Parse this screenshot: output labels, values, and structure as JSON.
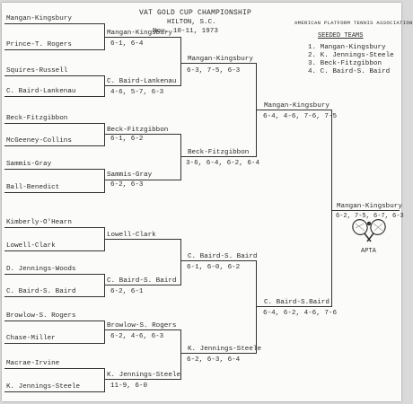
{
  "header": {
    "title": "VAT GOLD CUP CHAMPIONSHIP",
    "location": "HILTON, S.C.",
    "dates": "Nov. 10-11, 1973",
    "association": "AMERICAN PLATFORM TENNIS ASSOCIATION"
  },
  "seeds": {
    "heading": "SEEDED TEAMS",
    "items": [
      "1.  Mangan-Kingsbury",
      "2.  K. Jennings-Steele",
      "3.  Beck-Fitzgibbon",
      "4.  C. Baird-S. Baird"
    ]
  },
  "round1": [
    "Mangan-Kingsbury",
    "Prince-T. Rogers",
    "Squires-Russell",
    "C. Baird-Lankenau",
    "Beck-Fitzgibbon",
    "McGeeney-Collins",
    "Sammis-Gray",
    "Ball-Benedict",
    "Kimberly-O'Hearn",
    "Lowell-Clark",
    "D. Jennings-Woods",
    "C. Baird-S. Baird",
    "Browlow-S. Rogers",
    "Chase-Miller",
    "Macrae-Irvine",
    "K. Jennings-Steele"
  ],
  "round2": [
    {
      "team": "Mangan-Kingsbury",
      "score": "6-1, 6-4"
    },
    {
      "team": "C. Baird-Lankenau",
      "score": "4-6, 5-7, 6-3"
    },
    {
      "team": "Beck-Fitzgibbon",
      "score": "6-1, 6-2"
    },
    {
      "team": "Sammis-Gray",
      "score": "6-2, 6-3"
    },
    {
      "team": "Lowell-Clark",
      "score": ""
    },
    {
      "team": "C. Baird-S. Baird",
      "score": "6-2, 6-1"
    },
    {
      "team": "Browlow-S. Rogers",
      "score": "6-2, 4-6, 6-3"
    },
    {
      "team": "K. Jennings-Steele",
      "score": "11-9, 6-0"
    }
  ],
  "quarterfinals": [
    {
      "team": "Mangan-Kingsbury",
      "score": "6-3, 7-5, 6-3"
    },
    {
      "team": "Beck-Fitzgibbon",
      "score": "3-6, 6-4, 6-2, 6-4"
    },
    {
      "team": "C. Baird-S. Baird",
      "score": "6-1, 6-0, 6-2"
    },
    {
      "team": "K. Jennings-Steele",
      "score": "6-2, 6-3, 6-4"
    }
  ],
  "semifinals": [
    {
      "team": "Mangan-Kingsbury",
      "score": "6-4, 4-6, 7-6, 7-5"
    },
    {
      "team": "C. Baird-S.Baird",
      "score": "6-4, 6-2, 4-6, 7-6"
    }
  ],
  "champion": {
    "team": "Mangan-Kingsbury",
    "score": "6-2, 7-5, 6-7, 6-3"
  },
  "logo": {
    "text": "APTA"
  }
}
